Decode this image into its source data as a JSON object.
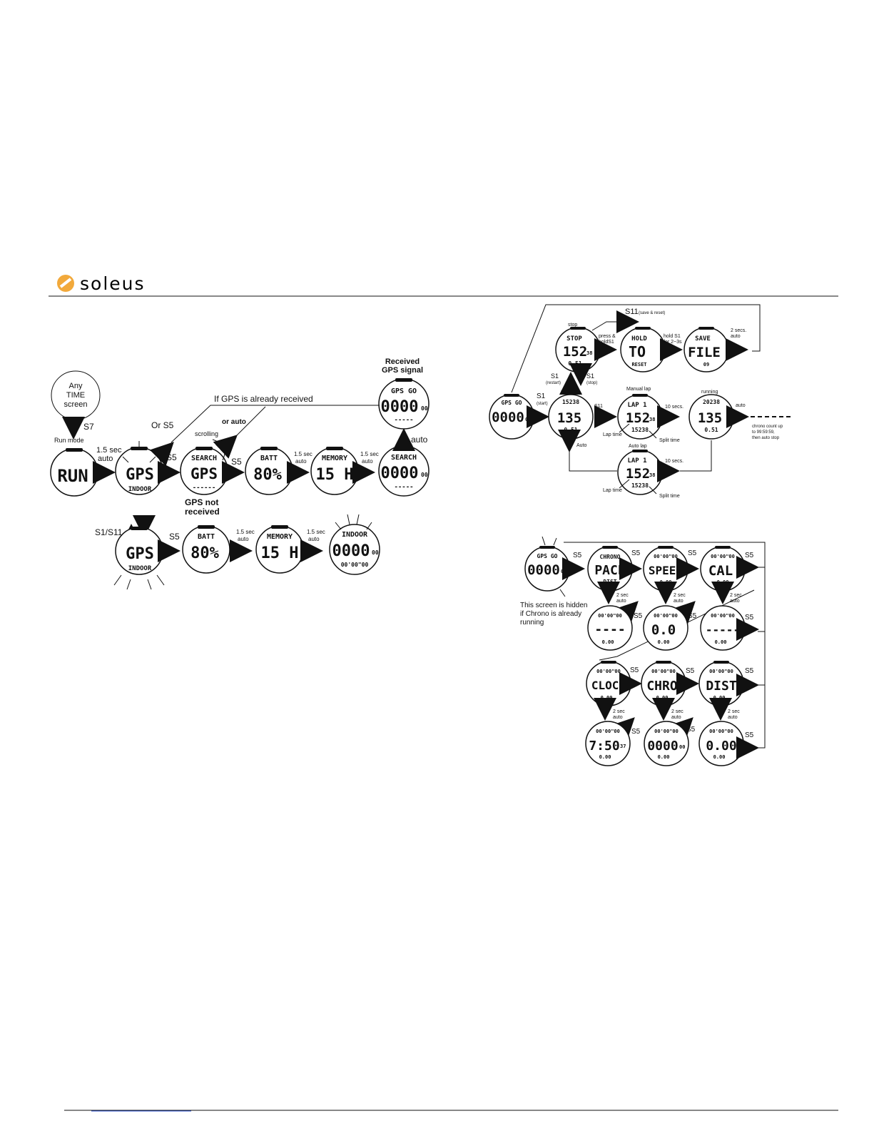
{
  "brand": {
    "name": "soleus"
  },
  "left": {
    "any_time": [
      "Any",
      "TIME",
      "screen"
    ],
    "s7": "S7",
    "run_mode": "Run mode",
    "t_15auto": [
      "1.5 sec",
      "auto"
    ],
    "s5": "S5",
    "or_s5": "Or S5",
    "if_gps": "If GPS is already received",
    "or_auto": "or auto",
    "scrolling": "scrolling",
    "received": [
      "Received",
      "GPS signal"
    ],
    "auto": "auto",
    "gps_not": [
      "GPS not",
      "received"
    ],
    "s1s11": "S1/S11",
    "small_15": [
      "1.5 sec",
      "auto"
    ],
    "w_run": "RUN",
    "w_gps_top": "GPS",
    "w_gps_bot": "INDOOR",
    "w_search_top": "SEARCH",
    "w_search_mid": "GPS",
    "w_search_bot": "------",
    "w_batt_top": "BATT",
    "w_batt_mid": "80%",
    "w_mem_top": "MEMORY",
    "w_mem_mid": "15 H",
    "w_sgo_top": "SEARCH",
    "w_sgo_mid": "0000",
    "w_sgo_sub": "00",
    "w_sgo_bot": "-----",
    "w_rgo_top": "GPS GO",
    "w_rgo_mid": "0000",
    "w_rgo_sub": "00",
    "w_rgo_bot": "-----",
    "w_ind_top": "INDOOR",
    "w_ind_mid": "0000",
    "w_ind_sub": "00",
    "w_ind_bot": "00'00\"00"
  },
  "tr": {
    "s11": "S11",
    "s11_note": "(save & reset)",
    "stop": "stop",
    "press": [
      "press &",
      "holdS1"
    ],
    "hold": [
      "hold S1",
      "for 2~3s"
    ],
    "two_secs": [
      "2 secs.",
      "auto"
    ],
    "s1": "S1",
    "start": "(start)",
    "restart": "(restart)",
    "stop_p": "(stop)",
    "running": "running",
    "s11b": "S11",
    "manual_lap": "Manual lap",
    "ten_secs": "10 secs.",
    "auto": "auto",
    "auto_lap": "Auto lap",
    "lap_time": "Lap time",
    "split_time": "Split time",
    "chrono": [
      "chrono count up",
      "to 99:59:59,",
      "then auto stop"
    ],
    "auto_cap": "Auto",
    "w_go_top": "GPS GO",
    "w_go_mid": "0000",
    "w_go_sub": "00",
    "w_stop_top": "STOP",
    "w_stop_mid": "152",
    "w_stop_sub": "38",
    "w_stop_bot": "0.51",
    "w_hold_top": "HOLD",
    "w_hold_mid": "TO",
    "w_hold_bot": "RESET",
    "w_save_top": "SAVE",
    "w_save_mid": "FILE",
    "w_save_bot": "09",
    "w_run_top": "15238",
    "w_run_mid": "135",
    "w_run_bot": "0.51",
    "w_lap_top": "LAP 1",
    "w_lap_mid": "152",
    "w_lap_sub": "38",
    "w_lap_bot": "15238",
    "w_run2_top": "20238",
    "w_run2_mid": "135",
    "w_run2_bot": "0.51"
  },
  "br": {
    "s5": "S5",
    "two_sec": [
      "2 sec",
      "auto"
    ],
    "hidden": [
      "This screen is hidden",
      "if Chrono is already",
      "running"
    ],
    "w_go_top": "GPS GO",
    "w_go_mid": "0000",
    "w_go_sub": "00",
    "w_pace_top": "CHRONO",
    "w_pace_mid": "PACE",
    "w_pace_bot": "DIST",
    "w_speed_top": "00'00\"00",
    "w_speed_mid": "SPEED",
    "w_speed_bot": "0.00",
    "w_cal_top": "00'00\"00",
    "w_cal_mid": "CAL",
    "w_cal_bot": "0.00",
    "w_dash_top": "00'00\"00",
    "w_dash_mid": "----",
    "w_dash_bot": "0.00",
    "w_zero_top": "00'00\"00",
    "w_zero_mid": "0.0",
    "w_zero_bot": "0.00",
    "w_dash2_top": "00'00\"00",
    "w_dash2_mid": "-----",
    "w_dash2_bot": "0.00",
    "w_clock_top": "00'00\"00",
    "w_clock_mid": "CLOCK",
    "w_clock_bot": "0.00",
    "w_chro_top": "00'00\"00",
    "w_chro_mid": "CHRO",
    "w_chro_bot": "0.00",
    "w_dist_top": "00'00\"00",
    "w_dist_mid": "DIST",
    "w_dist_bot": "0.00",
    "w_time_top": "00'00\"00",
    "w_time_mid": "7:50",
    "w_time_sub": "37",
    "w_time_bot": "0.00",
    "w_chz_top": "00'00\"00",
    "w_chz_mid": "0000",
    "w_chz_sub": "00",
    "w_chz_bot": "0.00",
    "w_dz_top": "00'00\"00",
    "w_dz_mid": "0.00",
    "w_dz_bot": "0.00"
  }
}
